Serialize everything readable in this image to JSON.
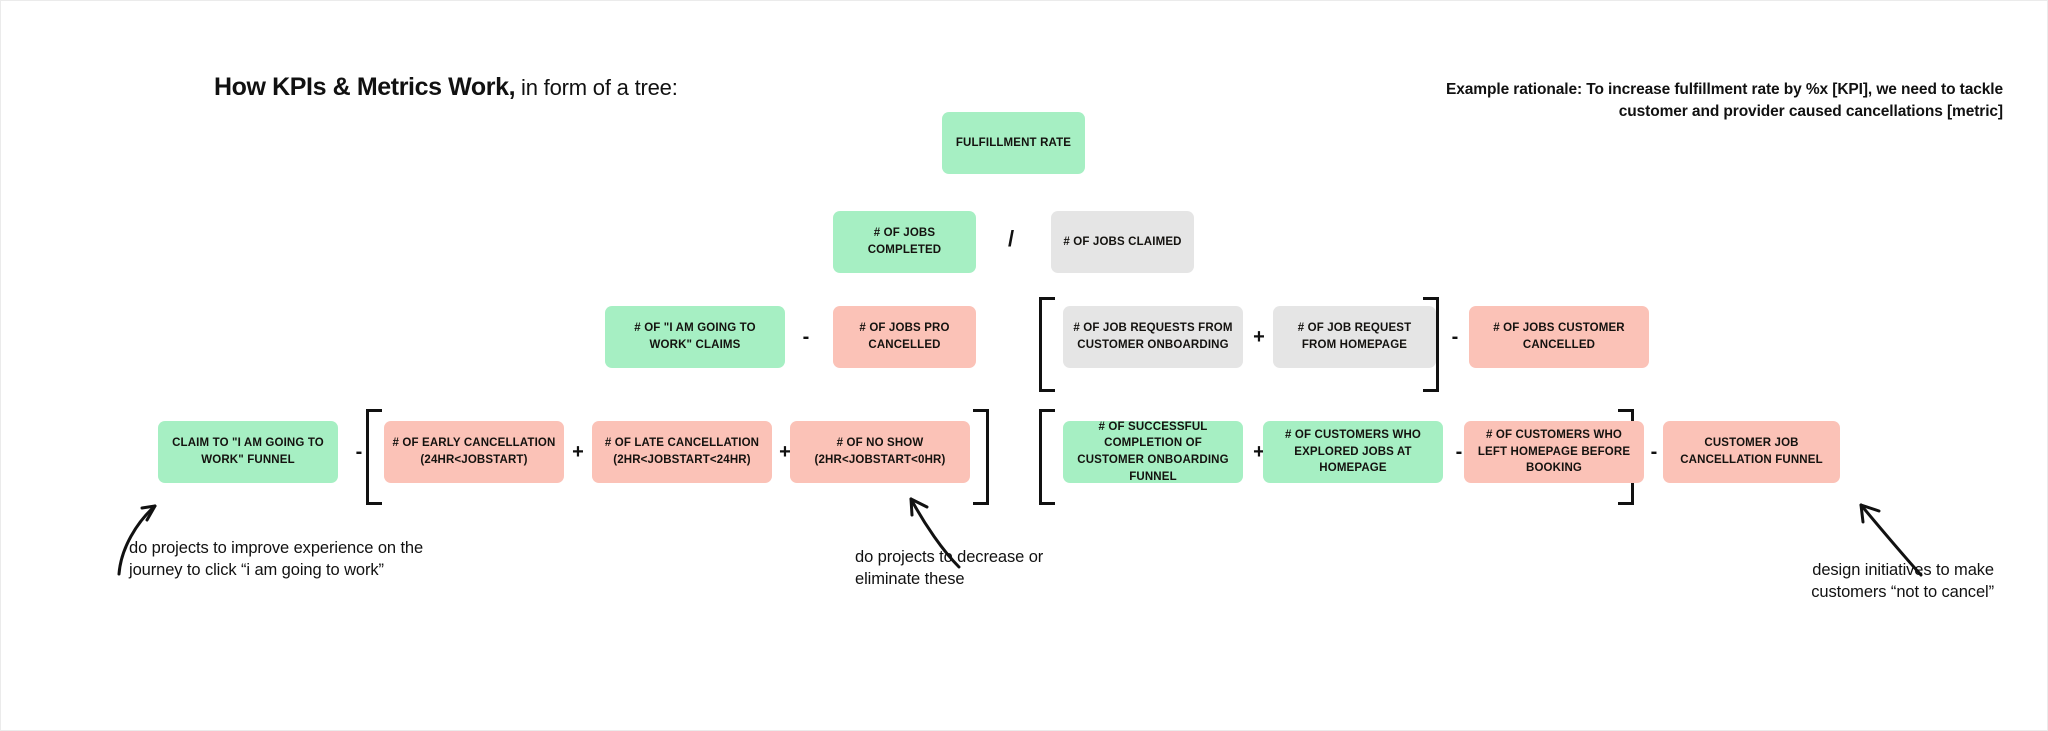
{
  "header": {
    "title_strong": "How KPIs & Metrics Work,",
    "title_light": " in form of a tree:",
    "rationale": "Example rationale: To increase fulfillment rate by %x [KPI], we need to tackle customer and provider caused cancellations [metric]"
  },
  "colors": {
    "green": "#a6efc3",
    "red": "#fbc2b7",
    "gray": "#e5e5e5",
    "text": "#14120f",
    "bracket": "#111111",
    "background": "#ffffff"
  },
  "tree": {
    "level1": [
      {
        "label": "FULFILLMENT RATE",
        "color": "green"
      }
    ],
    "level2": [
      {
        "label": "# OF JOBS COMPLETED",
        "color": "green"
      },
      {
        "label": "# OF JOBS CLAIMED",
        "color": "gray"
      }
    ],
    "level3": [
      {
        "label": "# OF \"I AM GOING TO WORK\" CLAIMS",
        "color": "green"
      },
      {
        "label": "# OF JOBS PRO CANCELLED",
        "color": "red"
      },
      {
        "label": "# OF JOB REQUESTS FROM CUSTOMER ONBOARDING",
        "color": "gray"
      },
      {
        "label": "# OF JOB REQUEST FROM HOMEPAGE",
        "color": "gray"
      },
      {
        "label": "# OF JOBS CUSTOMER CANCELLED",
        "color": "red"
      }
    ],
    "level4": [
      {
        "label": "CLAIM TO \"I AM GOING TO WORK\" FUNNEL",
        "color": "green"
      },
      {
        "label": "# OF EARLY CANCELLATION (24HR<JOBSTART)",
        "color": "red"
      },
      {
        "label": "# OF LATE CANCELLATION (2HR<JOBSTART<24HR)",
        "color": "red"
      },
      {
        "label": "# OF NO SHOW (2HR<JOBSTART<0HR)",
        "color": "red"
      },
      {
        "label": "# OF SUCCESSFUL COMPLETION OF CUSTOMER ONBOARDING FUNNEL",
        "color": "green"
      },
      {
        "label": "# OF CUSTOMERS WHO EXPLORED JOBS AT HOMEPAGE",
        "color": "green"
      },
      {
        "label": "# OF CUSTOMERS WHO LEFT HOMEPAGE BEFORE BOOKING",
        "color": "red"
      },
      {
        "label": "CUSTOMER JOB CANCELLATION FUNNEL",
        "color": "red"
      }
    ]
  },
  "operators": {
    "divide": "/",
    "minus_l3_a": "-",
    "plus_l3_a": "+",
    "minus_l3_b": "-",
    "minus_l4_a": "-",
    "plus_l4_a": "+",
    "plus_l4_b": "+",
    "plus_l4_c": "+",
    "minus_l4_b": "-",
    "minus_l4_c": "-"
  },
  "notes": {
    "left": "do projects to improve experience on the journey to click “i am going to work”",
    "middle": "do projects to decrease or eliminate these",
    "right": "design initiatives to make customers “not to cancel”"
  }
}
